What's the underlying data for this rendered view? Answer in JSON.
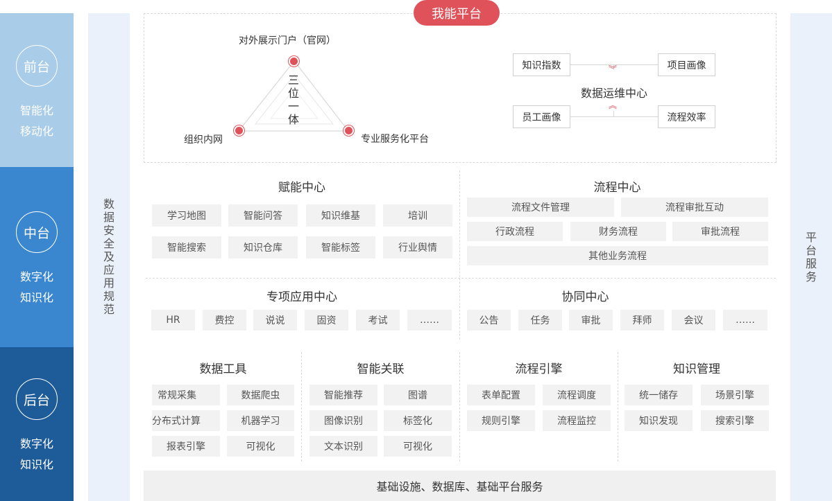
{
  "left_bands": [
    {
      "label": "前台",
      "lines": [
        "智能化",
        "移动化"
      ],
      "color": "#a9cde8"
    },
    {
      "label": "中台",
      "lines": [
        "数字化",
        "知识化"
      ],
      "color": "#3a87cf"
    },
    {
      "label": "后台",
      "lines": [
        "数字化",
        "知识化"
      ],
      "color": "#1d5b99"
    }
  ],
  "security": {
    "chars": [
      "数",
      "据",
      "安",
      "全",
      "及",
      "应",
      "用",
      "规",
      "范"
    ]
  },
  "platform_service": {
    "chars": [
      "平",
      "台",
      "服",
      "务"
    ]
  },
  "badge": "我能平台",
  "trinity": {
    "center": [
      "三",
      "位",
      "一",
      "体"
    ],
    "top": "对外展示门户（官网）",
    "left": "组织内网",
    "right": "专业服务化平台"
  },
  "ops": {
    "center": "数据运维中心",
    "tl": "知识指数",
    "tr": "项目画像",
    "bl": "员工画像",
    "br": "流程效率"
  },
  "empower": {
    "title": "赋能中心",
    "items": [
      "学习地图",
      "智能问答",
      "知识维基",
      "培训",
      "智能搜索",
      "知识仓库",
      "智能标签",
      "行业舆情"
    ]
  },
  "flow_center": {
    "title": "流程中心",
    "items": [
      "流程文件管理",
      "流程审批互动",
      "行政流程",
      "财务流程",
      "审批流程",
      "其他业务流程"
    ]
  },
  "special": {
    "title": "专项应用中心",
    "items": [
      "HR",
      "费控",
      "说说",
      "固资",
      "考试",
      "……"
    ]
  },
  "collab": {
    "title": "协同中心",
    "items": [
      "公告",
      "任务",
      "审批",
      "拜师",
      "会议",
      "……"
    ]
  },
  "data_tools": {
    "title": "数据工具",
    "items": [
      "常规采集",
      "数据爬虫",
      "分布式计算",
      "机器学习",
      "报表引擎",
      "可视化"
    ]
  },
  "smart_link": {
    "title": "智能关联",
    "items": [
      "智能推荐",
      "图谱",
      "图像识别",
      "标签化",
      "文本识别",
      "可视化"
    ]
  },
  "flow_engine": {
    "title": "流程引擎",
    "items": [
      "表单配置",
      "流程调度",
      "规则引擎",
      "流程监控"
    ]
  },
  "knowledge": {
    "title": "知识管理",
    "items": [
      "统一储存",
      "场景引擎",
      "知识发现",
      "搜索引擎"
    ]
  },
  "base": "基础设施、数据库、基础平台服务"
}
